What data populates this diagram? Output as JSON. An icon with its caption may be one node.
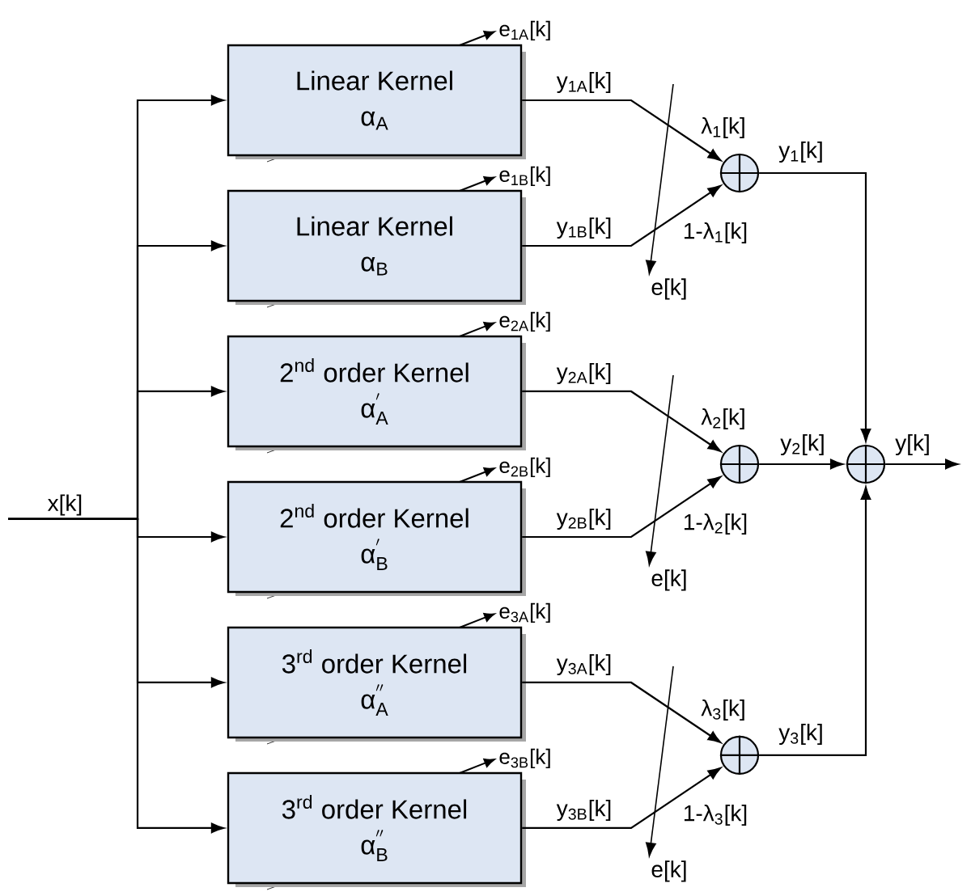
{
  "diagram": {
    "nodes": [
      {
        "text": [
          "x[k]"
        ]
      },
      {
        "text": [
          "Linear Kernel",
          "\\mbox{α}_{\\mathrm{A}}"
        ]
      },
      {
        "text": [
          "Linear Kernel",
          "\\mbox{α}_{\\mathrm{B}}"
        ]
      },
      {
        "text": [
          "2$^{nd}$ order Kernel",
          "\\mbox{α}_{\\mathrm{A}}^{'}"
        ]
      },
      {
        "text": [
          "2$^{nd}$ order Kernel",
          "\\mbox{α}_{\\mathrm{B}}^{'}"
        ]
      },
      {
        "text": [
          "3$^{rd}$ order Kernel",
          "\\mbox{α}_{\\mathrm{A}}^{''}"
        ]
      },
      {
        "text": [
          "3$^{rd}$ order Kernel",
          "\\mbox{α}_{\\mathrm{B}}^{''}"
        ]
      },
      {
        "text": [],
        "shape": "circle"
      },
      {
        "text": [],
        "shape": "circle"
      },
      {
        "text": [],
        "shape": "circle"
      },
      {
        "text": [],
        "shape": "circle"
      },
      {
        "text": [
          "e$_{1A}$[k]"
        ]
      },
      {
        "text": [
          "e$_{1B}$[k]"
        ]
      },
      {
        "text": [
          "e$_{2A}$[k]"
        ]
      },
      {
        "text": [
          "e$_{2B}$[k]"
        ]
      },
      {
        "text": [
          "e$_{3A}$[k]"
        ]
      },
      {
        "text": [
          "e$_{3B}$[k]"
        ]
      },
      {
        "text": [
          "e[k]"
        ]
      },
      {
        "text": [
          "e[k]"
        ]
      },
      {
        "text": [
          "e[k]"
        ]
      }
    ],
    "edges": [
      {
        "from": 0,
        "to": 1,
        "arrow": "to"
      },
      {
        "from": 0,
        "to": 2,
        "arrow": "to"
      },
      {
        "from": 0,
        "to": 3,
        "arrow": "to"
      },
      {
        "from": 0,
        "to": 4,
        "arrow": "to"
      },
      {
        "from": 0,
        "to": 5,
        "arrow": "to"
      },
      {
        "from": 0,
        "to": 6,
        "arrow": "to"
      },
      {
        "from": 1,
        "to": 7,
        "arrow": "to",
        "label": "y$_{1A}$[k]"
      },
      {
        "from": 2,
        "to": 7,
        "arrow": "to",
        "label": "y$_{1B}$[k]"
      },
      {
        "from": 3,
        "to": 8,
        "arrow": "to",
        "label": "y$_{2A}$[k]"
      },
      {
        "from": 4,
        "to": 8,
        "arrow": "to",
        "label": "y$_{2B}$[k]"
      },
      {
        "from": 5,
        "to": 9,
        "arrow": "to",
        "label": "y$_{3A}$[k]"
      },
      {
        "from": 6,
        "to": 9,
        "arrow": "to",
        "label": "y$_{3B}$[k]"
      },
      {
        "from": 7,
        "to": 10,
        "arrow": "to",
        "label": "y$_{1}$[k]"
      },
      {
        "from": 8,
        "to": 10,
        "arrow": "to",
        "label": "y$_{2}$[k]"
      },
      {
        "from": 9,
        "to": 10,
        "arrow": "to",
        "label": "y$_{3}$[k]"
      },
      {
        "from": 10,
        "to": null,
        "arrow": "to",
        "label": "y[k]"
      },
      {
        "from": 1,
        "to": 11,
        "arrow": "to"
      },
      {
        "from": 2,
        "to": 12,
        "arrow": "to"
      },
      {
        "from": 3,
        "to": 13,
        "arrow": "to"
      },
      {
        "from": 4,
        "to": 14,
        "arrow": "to"
      },
      {
        "from": 5,
        "to": 15,
        "arrow": "to"
      },
      {
        "from": 6,
        "to": 16,
        "arrow": "to"
      },
      {
        "from": null,
        "to": 17,
        "arrow": "to"
      },
      {
        "from": null,
        "to": 18,
        "arrow": "to"
      },
      {
        "from": null,
        "to": 19,
        "arrow": "to"
      }
    ],
    "labels": [
      "λ$_{1}$[k]",
      "1-λ$_{1}$[k]",
      "λ$_{2}$[k]",
      "1-λ$_{2}$[k]",
      "λ$_{3}$[k]",
      "1-λ$_{3}$[k]"
    ]
  }
}
